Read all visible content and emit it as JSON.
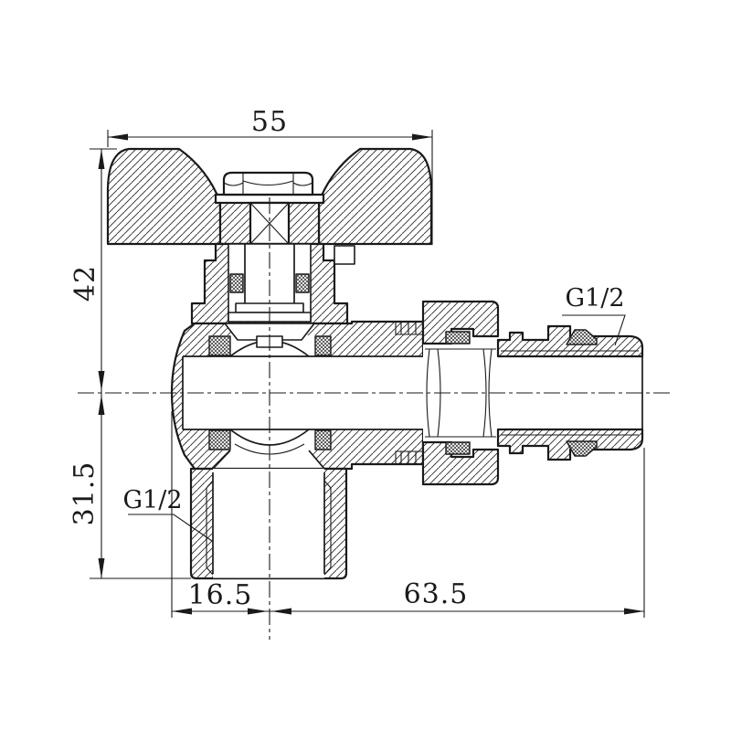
{
  "drawing": {
    "dimensions": {
      "top_width": "55",
      "left_upper": "42",
      "left_lower": "31.5",
      "bottom_left": "16.5",
      "bottom_right": "63.5"
    },
    "labels": {
      "tailpiece_thread": "G1/2",
      "outlet_thread": "G1/2"
    },
    "colors": {
      "line": "#1a1a1a",
      "background": "#ffffff"
    }
  }
}
